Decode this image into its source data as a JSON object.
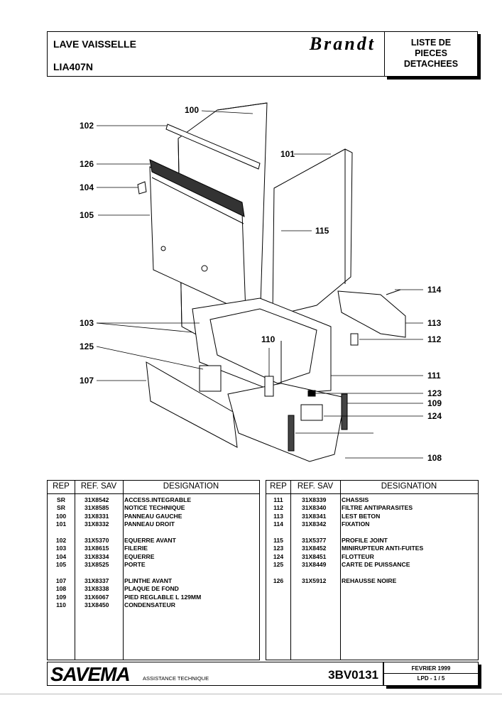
{
  "header": {
    "title": "LAVE VAISSELLE",
    "model": "LIA407N",
    "brand": "Brandt",
    "doc_type_line1": "LISTE DE",
    "doc_type_line2": "PIECES",
    "doc_type_line3": "DETACHEES"
  },
  "callouts": [
    "100",
    "102",
    "101",
    "126",
    "104",
    "105",
    "115",
    "114",
    "103",
    "113",
    "112",
    "110",
    "125",
    "111",
    "107",
    "123",
    "109",
    "124",
    "108"
  ],
  "table_headers": {
    "rep": "REP",
    "ref": "REF. SAV",
    "designation": "DESIGNATION"
  },
  "left_table": [
    {
      "rep": "SR",
      "ref": "31X8542",
      "des": "ACCESS.INTEGRABLE"
    },
    {
      "rep": "SR",
      "ref": "31X8585",
      "des": "NOTICE TECHNIQUE"
    },
    {
      "rep": "100",
      "ref": "31X8331",
      "des": "PANNEAU GAUCHE"
    },
    {
      "rep": "101",
      "ref": "31X8332",
      "des": "PANNEAU DROIT"
    },
    {
      "rep": "",
      "ref": "",
      "des": ""
    },
    {
      "rep": "102",
      "ref": "31X5370",
      "des": "EQUERRE AVANT"
    },
    {
      "rep": "103",
      "ref": "31X8615",
      "des": "FILERIE"
    },
    {
      "rep": "104",
      "ref": "31X8334",
      "des": "EQUERRE"
    },
    {
      "rep": "105",
      "ref": "31X8525",
      "des": "PORTE"
    },
    {
      "rep": "",
      "ref": "",
      "des": ""
    },
    {
      "rep": "107",
      "ref": "31X8337",
      "des": "PLINTHE AVANT"
    },
    {
      "rep": "108",
      "ref": "31X8338",
      "des": "PLAQUE DE FOND"
    },
    {
      "rep": "109",
      "ref": "31X6067",
      "des": "PIED REGLABLE L 129MM"
    },
    {
      "rep": "110",
      "ref": "31X8450",
      "des": "CONDENSATEUR"
    }
  ],
  "right_table": [
    {
      "rep": "111",
      "ref": "31X8339",
      "des": "CHASSIS"
    },
    {
      "rep": "112",
      "ref": "31X8340",
      "des": "FILTRE ANTIPARASITES"
    },
    {
      "rep": "113",
      "ref": "31X8341",
      "des": "LEST BETON"
    },
    {
      "rep": "114",
      "ref": "31X8342",
      "des": "FIXATION"
    },
    {
      "rep": "",
      "ref": "",
      "des": ""
    },
    {
      "rep": "115",
      "ref": "31X5377",
      "des": "PROFILE JOINT"
    },
    {
      "rep": "123",
      "ref": "31X8452",
      "des": "MINIRUPTEUR ANTI-FUITES"
    },
    {
      "rep": "124",
      "ref": "31X8451",
      "des": "FLOTTEUR"
    },
    {
      "rep": "125",
      "ref": "31X8449",
      "des": "CARTE DE PUISSANCE"
    },
    {
      "rep": "",
      "ref": "",
      "des": ""
    },
    {
      "rep": "126",
      "ref": "31X5912",
      "des": "REHAUSSE NOIRE"
    }
  ],
  "footer": {
    "company": "SAVEMA",
    "service": "ASSISTANCE TECHNIQUE",
    "doc_code": "3BV0131",
    "date": "FEVRIER 1999",
    "page_prefix": "LPD -",
    "page": "1 / 5"
  }
}
